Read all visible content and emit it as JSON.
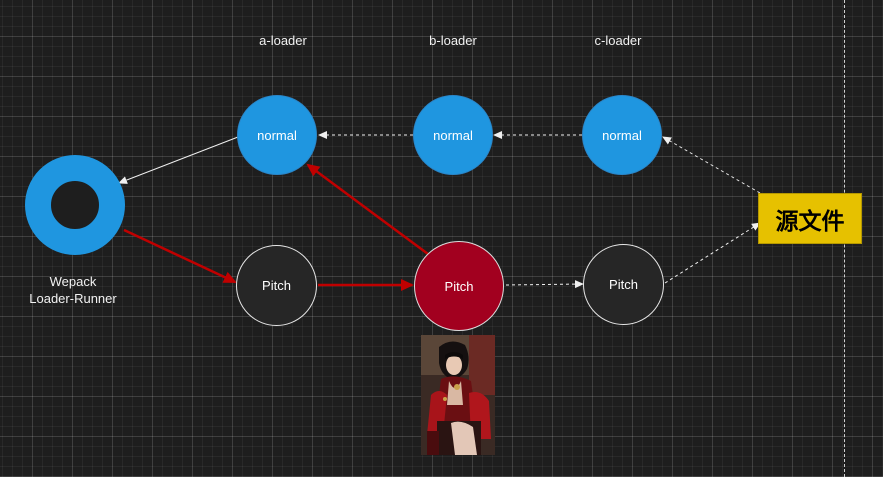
{
  "loaders": {
    "a": "a-loader",
    "b": "b-loader",
    "c": "c-loader"
  },
  "nodes": {
    "normal_a": "normal",
    "normal_b": "normal",
    "normal_c": "normal",
    "pitch_a": "Pitch",
    "pitch_b": "Pitch",
    "pitch_c": "Pitch"
  },
  "runner": {
    "line1": "Wepack",
    "line2": "Loader-Runner"
  },
  "source": "源文件",
  "colors": {
    "normal_fill": "#1f96e0",
    "pitch_fill": "#262626",
    "active_pitch_fill": "#a2001f",
    "active_arrow": "#c00000",
    "source_fill": "#e6c100"
  }
}
